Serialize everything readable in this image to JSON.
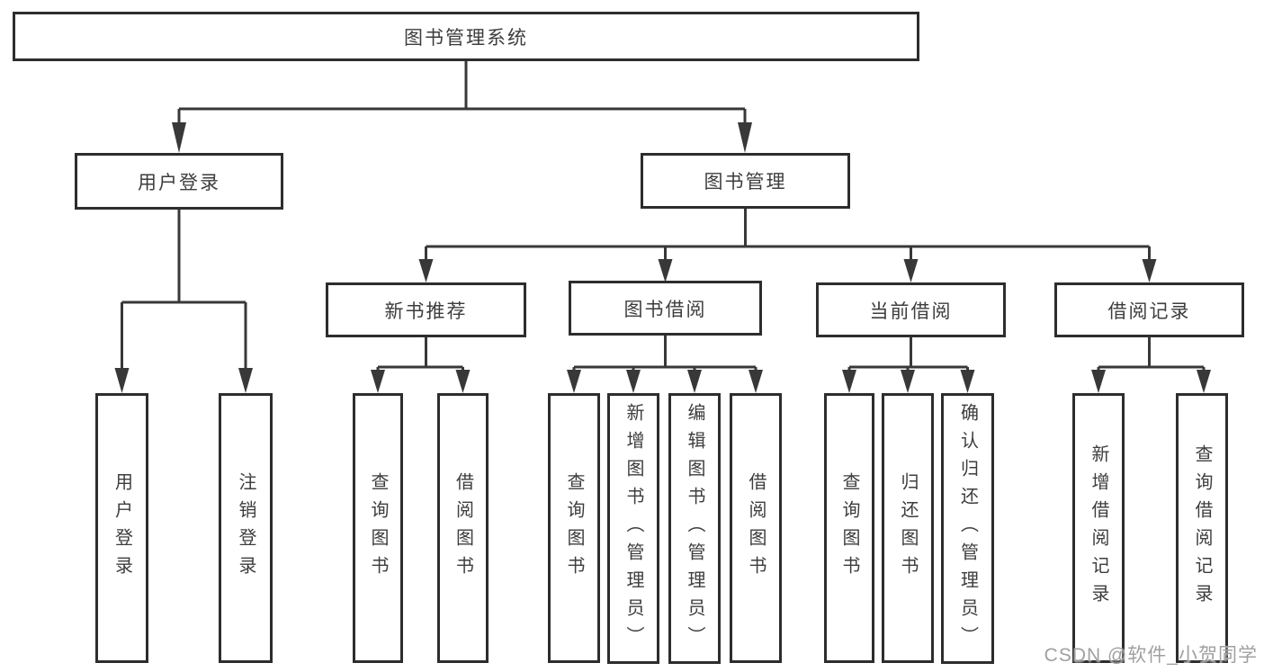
{
  "colors": {
    "background": "#ffffff",
    "line": "#383838",
    "box_border": "#2d2d2d",
    "box_fill": "#ffffff",
    "text": "#3d3d3d",
    "watermark": "#a0a0a0"
  },
  "nodes": {
    "root": {
      "label": "图书管理系统"
    },
    "user_login": {
      "label": "用户登录"
    },
    "book_mgmt": {
      "label": "图书管理"
    },
    "new_books": {
      "label": "新书推荐"
    },
    "book_borrow": {
      "label": "图书借阅"
    },
    "current_borrow": {
      "label": "当前借阅"
    },
    "borrow_records": {
      "label": "借阅记录"
    },
    "leaf_user_login": {
      "label": "用户登录"
    },
    "leaf_logout": {
      "label": "注销登录"
    },
    "leaf_nb_query": {
      "label": "查询图书"
    },
    "leaf_nb_borrow": {
      "label": "借阅图书"
    },
    "leaf_bb_query": {
      "label": "查询图书"
    },
    "leaf_bb_add": {
      "label": "新增图书（管理员）"
    },
    "leaf_bb_edit": {
      "label": "编辑图书（管理员）"
    },
    "leaf_bb_borrow": {
      "label": "借阅图书"
    },
    "leaf_cb_query": {
      "label": "查询图书"
    },
    "leaf_cb_return": {
      "label": "归还图书"
    },
    "leaf_cb_confirm": {
      "label": "确认归还（管理员）"
    },
    "leaf_br_add": {
      "label": "新增借阅记录"
    },
    "leaf_br_query": {
      "label": "查询借阅记录"
    }
  },
  "hierarchy": {
    "图书管理系统": {
      "用户登录": [
        "用户登录",
        "注销登录"
      ],
      "图书管理": {
        "新书推荐": [
          "查询图书",
          "借阅图书"
        ],
        "图书借阅": [
          "查询图书",
          "新增图书（管理员）",
          "编辑图书（管理员）",
          "借阅图书"
        ],
        "当前借阅": [
          "查询图书",
          "归还图书",
          "确认归还（管理员）"
        ],
        "借阅记录": [
          "新增借阅记录",
          "查询借阅记录"
        ]
      }
    }
  },
  "watermark": {
    "text": "CSDN @软件_小贺同学"
  }
}
